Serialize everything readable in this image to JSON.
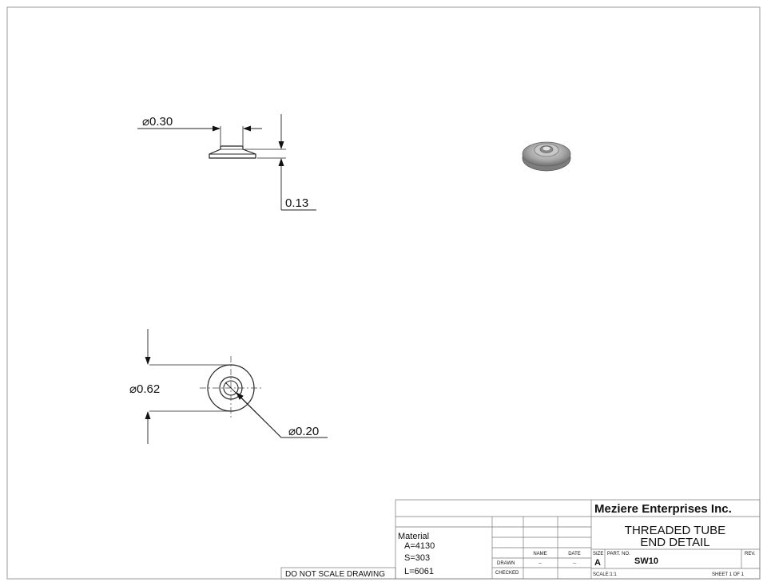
{
  "dimensions": {
    "top_diameter": "⌀0.30",
    "top_height": "0.13",
    "outer_diameter": "⌀0.62",
    "hole_diameter": "⌀0.20"
  },
  "title_block": {
    "company": "Meziere Enterprises Inc.",
    "title_line1": "THREADED TUBE",
    "title_line2": "END DETAIL",
    "material_label": "Material",
    "materials": [
      "A=4130",
      "S=303",
      "L=6061"
    ],
    "note": "DO NOT SCALE DRAWING",
    "name_header": "NAME",
    "date_header": "DATE",
    "drawn_label": "DRAWN",
    "drawn_name": "--",
    "drawn_date": "--",
    "checked_label": "CHECKED",
    "size_label": "SIZE",
    "size_value": "A",
    "part_no_label": "PART. NO.",
    "part_no_value": "SW10",
    "rev_label": "REV.",
    "scale": "SCALE:1:1",
    "sheet": "SHEET 1 OF 1"
  },
  "colors": {
    "line": "#222222",
    "border": "#9a9a9a",
    "part_face": "#b9b9b9"
  }
}
